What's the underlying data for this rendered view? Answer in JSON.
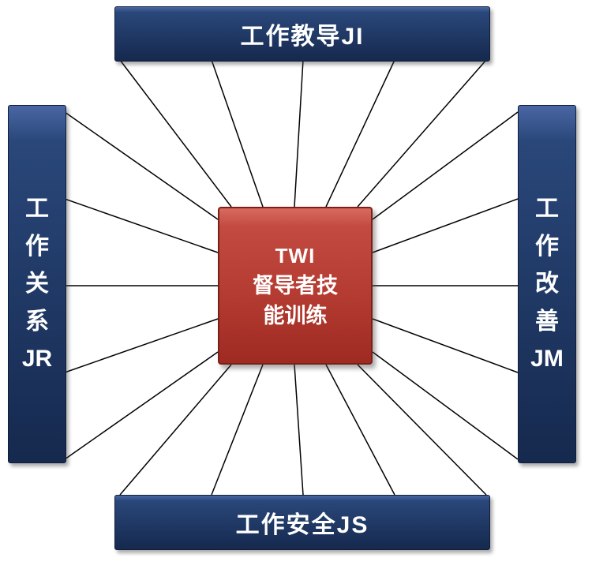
{
  "diagram": {
    "center": {
      "lines": [
        "TWI",
        "督导者技",
        "能训练"
      ]
    },
    "nodes": {
      "top": {
        "label": "工作教导JI"
      },
      "bottom": {
        "label": "工作安全JS"
      },
      "left": {
        "label": "工作关系JR",
        "chars": [
          "工",
          "作",
          "关",
          "系",
          "JR"
        ]
      },
      "right": {
        "label": "工作改善JM",
        "chars": [
          "工",
          "作",
          "改",
          "善",
          "JM"
        ]
      }
    },
    "colors": {
      "bar": "#1f3864",
      "center": "#b23a30",
      "line": "#000000",
      "text": "#ffffff"
    }
  },
  "edges": [
    [
      152,
      76,
      293,
      262
    ],
    [
      268,
      76,
      333,
      262
    ],
    [
      384,
      76,
      373,
      262
    ],
    [
      500,
      76,
      413,
      262
    ],
    [
      616,
      76,
      453,
      262
    ],
    [
      152,
      627,
      293,
      462
    ],
    [
      268,
      627,
      333,
      462
    ],
    [
      384,
      627,
      373,
      462
    ],
    [
      500,
      627,
      413,
      462
    ],
    [
      616,
      627,
      453,
      462
    ],
    [
      82,
      142,
      276,
      278
    ],
    [
      82,
      252,
      276,
      320
    ],
    [
      82,
      362,
      276,
      362
    ],
    [
      82,
      472,
      276,
      404
    ],
    [
      82,
      582,
      276,
      446
    ],
    [
      656,
      142,
      472,
      278
    ],
    [
      656,
      252,
      472,
      320
    ],
    [
      656,
      362,
      472,
      362
    ],
    [
      656,
      472,
      472,
      404
    ],
    [
      656,
      582,
      472,
      446
    ]
  ]
}
